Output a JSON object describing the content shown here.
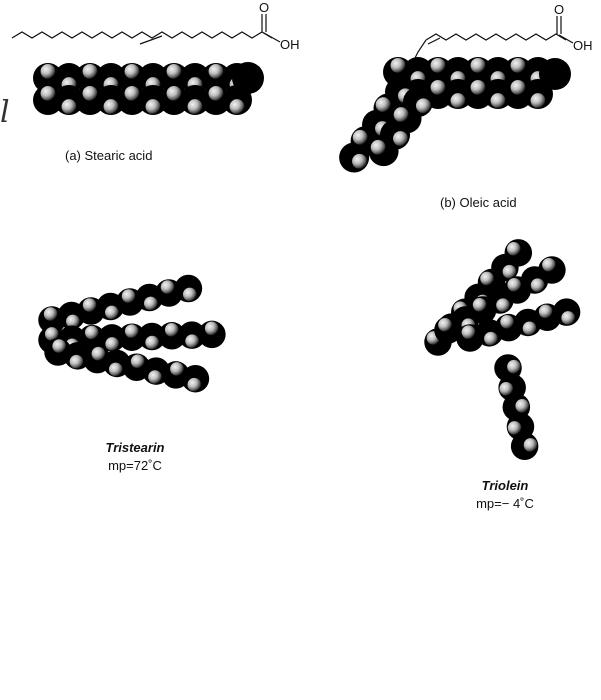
{
  "panel_a": {
    "caption": "(a) Stearic acid",
    "o_label": "O",
    "oh_label": "OH"
  },
  "panel_b": {
    "caption": "(b) Oleic acid",
    "o_label": "O",
    "oh_label": "OH"
  },
  "tristearin": {
    "name": "Tristearin",
    "mp": "mp=72˚C"
  },
  "triolein": {
    "name": "Triolein",
    "mp": "mp=− 4˚C"
  },
  "margin_fragment": {
    "glyph": "l"
  },
  "colors": {
    "atom_dark": "#000000",
    "atom_light": "#d8d8d8",
    "bond": "#111111"
  }
}
